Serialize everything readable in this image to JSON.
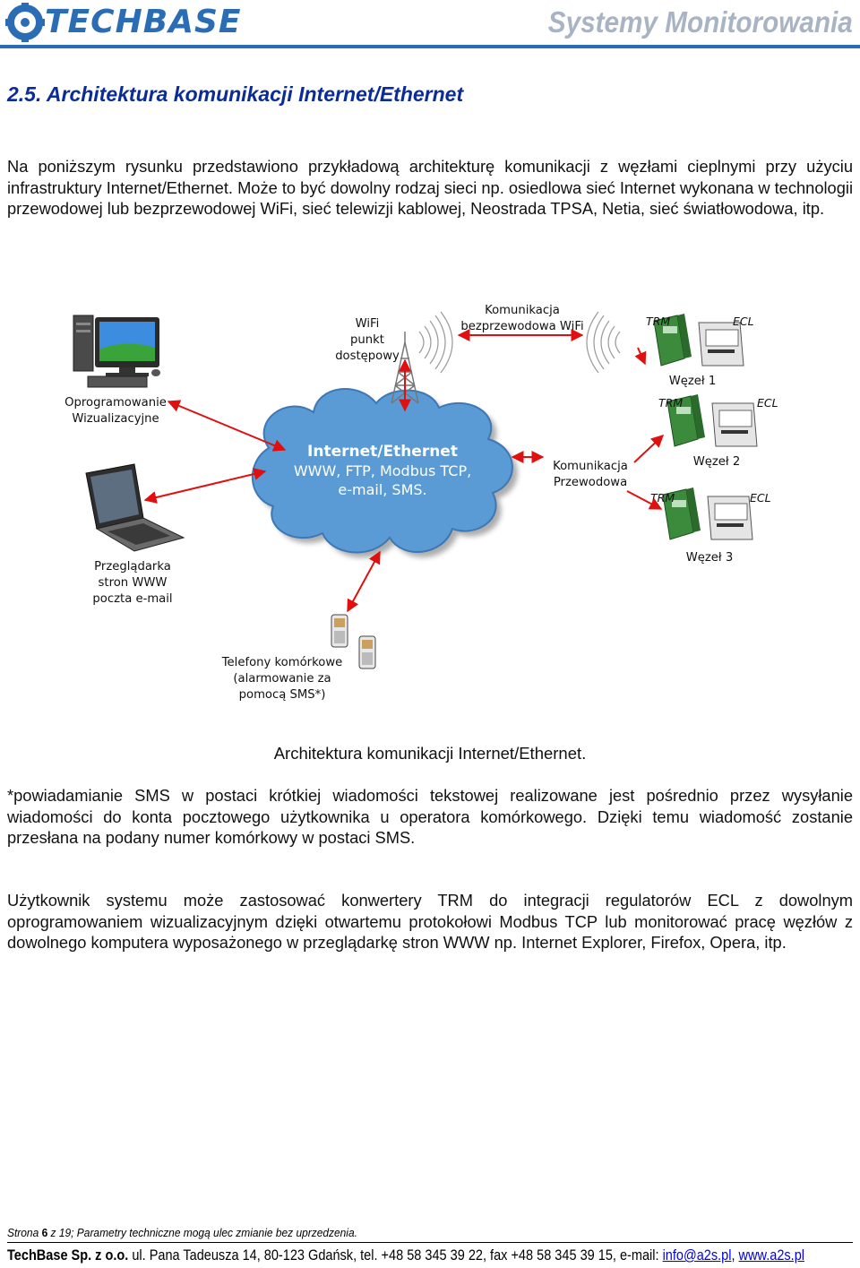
{
  "header": {
    "logo_text": "TECHBASE",
    "title": "Systemy Monitorowania",
    "accent_color": "#2a6db5"
  },
  "section": {
    "title": "2.5.  Architektura komunikacji Internet/Ethernet"
  },
  "paragraphs": {
    "intro": "Na poniższym rysunku przedstawiono przykładową architekturę komunikacji z węzłami cieplnymi przy użyciu infrastruktury Internet/Ethernet. Może to być dowolny rodzaj sieci np. osiedlowa sieć Internet wykonana w technologii przewodowej lub bezprzewodowej WiFi, sieć telewizji kablowej, Neostrada TPSA, Netia, sieć światłowodowa, itp.",
    "sms_note": "*powiadamianie SMS w postaci krótkiej wiadomości tekstowej realizowane jest pośrednio przez wysyłanie wiadomości do konta pocztowego użytkownika u operatora komórkowego. Dzięki temu wiadomość zostanie przesłana na podany numer komórkowy w postaci SMS.",
    "user": "Użytkownik systemu może zastosować konwertery TRM do integracji regulatorów ECL z dowolnym oprogramowaniem wizualizacyjnym dzięki otwartemu protokołowi Modbus TCP lub monitorować pracę węzłów z dowolnego komputera wyposażonego w przeglądarkę stron WWW np. Internet Explorer, Firefox, Opera, itp."
  },
  "diagram": {
    "wifi_ap": [
      "WiFi",
      "punkt",
      "dostępowy"
    ],
    "wireless_link": [
      "Komunikacja",
      "bezprzewodowa WiFi"
    ],
    "visualization": [
      "Oprogramowanie",
      "Wizualizacyjne"
    ],
    "cloud": {
      "title": "Internet/Ethernet",
      "line1": "WWW, FTP, Modbus TCP,",
      "line2": "e-mail, SMS.",
      "color": "#5b9bd5"
    },
    "wired_link": [
      "Komunikacja",
      "Przewodowa"
    ],
    "browser": [
      "Przeglądarka",
      "stron WWW",
      "poczta e-mail"
    ],
    "phones": [
      "Telefony komórkowe",
      "(alarmowanie za",
      "pomocą SMS*)"
    ],
    "trm": "TRM",
    "ecl": "ECL",
    "node1": "Węzeł 1",
    "node2": "Węzeł 2",
    "node3": "Węzeł 3",
    "arrow_color": "#e01010"
  },
  "caption": "Architektura komunikacji Internet/Ethernet.",
  "footer": {
    "page_prefix": "Strona ",
    "page_num": "6",
    "page_mid": " z 19;   ",
    "note": "Parametry techniczne mogą ulec zmianie bez uprzedzenia.",
    "company": "TechBase Sp. z o.o.",
    "address": "  ul. Pana Tadeusza 14, 80-123 Gdańsk, tel. +48 58 345 39 22, fax +48 58 345 39 15,  e-mail: ",
    "email": "info@a2s.pl",
    "sep": ", ",
    "website": "www.a2s.pl"
  }
}
